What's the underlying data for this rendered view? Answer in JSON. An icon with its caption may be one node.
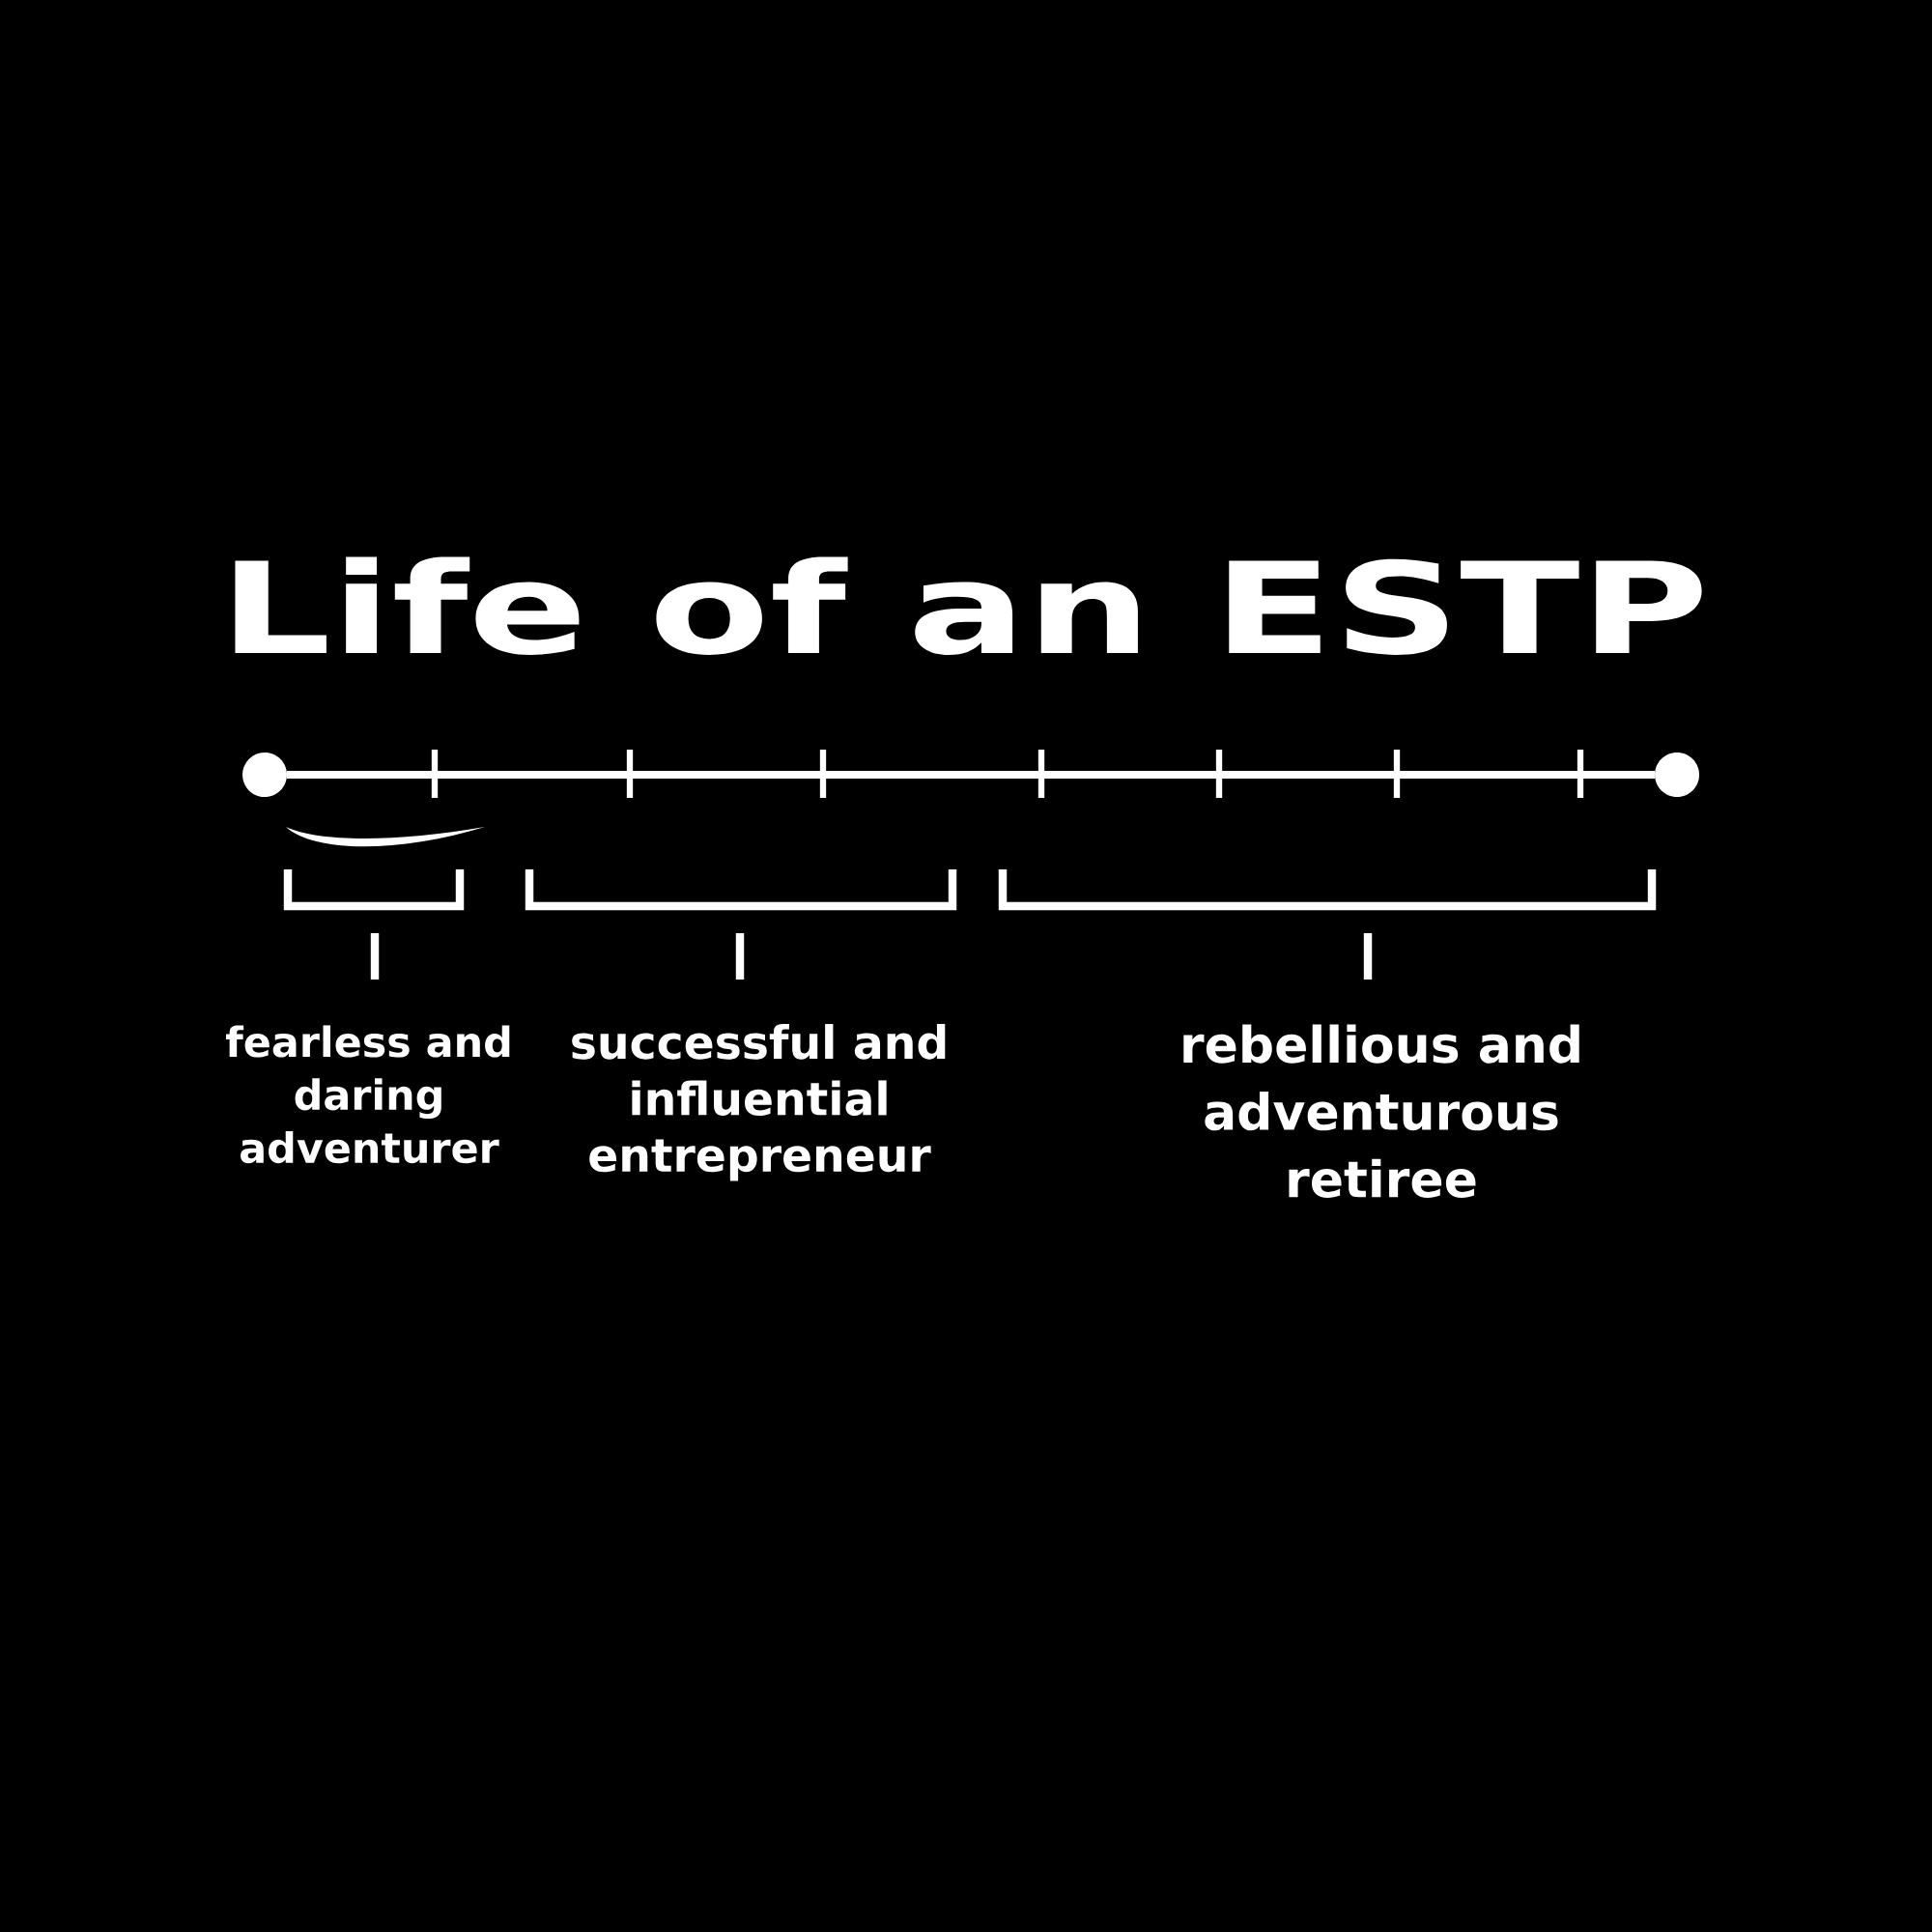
{
  "diagram": {
    "title": "Life of an ESTP",
    "labels": [
      "fearless and daring adventurer",
      "successful and influential entrepreneur",
      "rebellious and adventurous retiree"
    ]
  }
}
